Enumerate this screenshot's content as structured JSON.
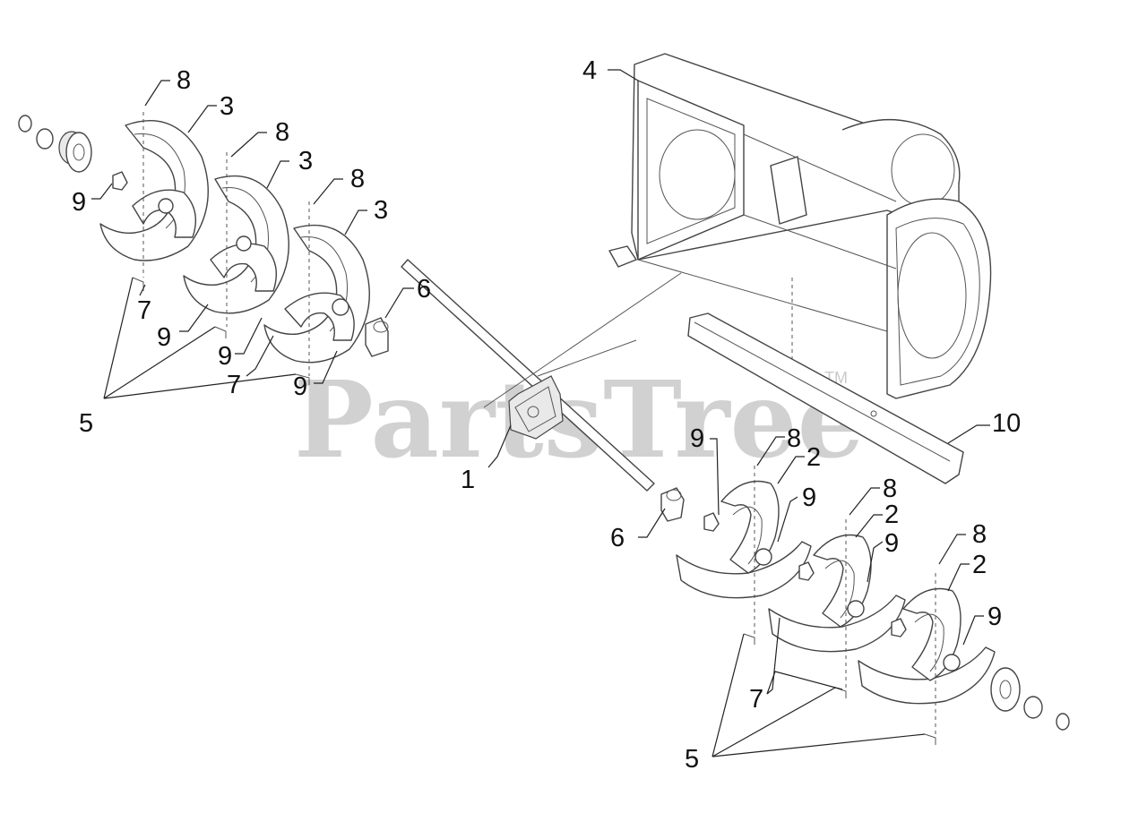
{
  "watermark": {
    "text": "PartsTree",
    "trademark": "TM"
  },
  "callouts": {
    "c1": "1",
    "c2a": "2",
    "c2b": "2",
    "c2c": "2",
    "c3a": "3",
    "c3b": "3",
    "c3c": "3",
    "c4": "4",
    "c5a": "5",
    "c5b": "5",
    "c6a": "6",
    "c6b": "6",
    "c7a": "7",
    "c7b": "7",
    "c7c": "7",
    "c8a": "8",
    "c8b": "8",
    "c8c": "8",
    "c8d": "8",
    "c8e": "8",
    "c8f": "8",
    "c9a": "9",
    "c9b": "9",
    "c9c": "9",
    "c9d": "9",
    "c9e": "9",
    "c9f": "9",
    "c9g": "9",
    "c9h": "9",
    "c10": "10"
  }
}
